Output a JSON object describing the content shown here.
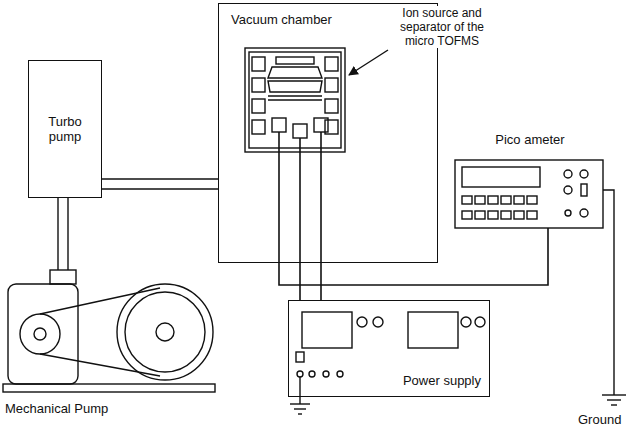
{
  "diagram": {
    "nodes": [
      {
        "text": [
          "Vacuum chamber"
        ]
      },
      {
        "text": [
          "Turbo pump"
        ]
      },
      {
        "text": [
          "Mechanical Pump"
        ]
      },
      {
        "text": [
          "Pico ameter"
        ]
      },
      {
        "text": [
          "Power supply"
        ]
      }
    ],
    "edges": [
      {
        "from": 1,
        "to": 0,
        "arrow": "none"
      },
      {
        "from": 2,
        "to": 1,
        "arrow": "none"
      },
      {
        "from": 0,
        "to": 3,
        "arrow": "none"
      },
      {
        "from": 0,
        "to": 4,
        "arrow": "none"
      }
    ],
    "labels": [
      "Ion source and separator of the micro TOFMS",
      "Ground"
    ]
  }
}
